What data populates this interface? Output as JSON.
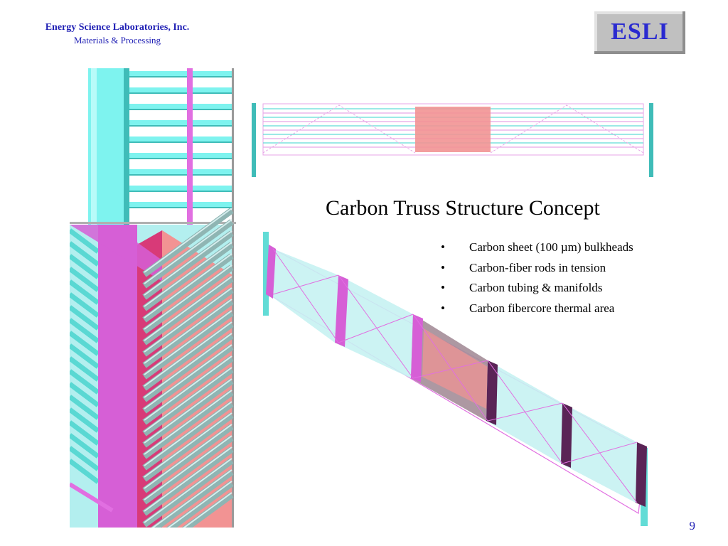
{
  "header": {
    "company_name": "Energy Science Laboratories, Inc.",
    "company_subtitle": "Materials & Processing",
    "logo_text": "ESLI"
  },
  "slide": {
    "title": "Carbon Truss Structure Concept",
    "bullets": [
      "Carbon sheet (100 µm) bulkheads",
      "Carbon-fiber rods in tension",
      "Carbon tubing & manifolds",
      "Carbon fibercore thermal area"
    ],
    "page_number": "9"
  },
  "colors": {
    "text_blue": "#1f1fb4",
    "cyan_tube": "#7ef3ef",
    "magenta_rod": "#e16fe1",
    "salmon_core": "#f29393"
  },
  "figures": {
    "top_view": "truss-side-view-illustration",
    "left_view": "truss-closeup-illustration",
    "bottom_view": "truss-isometric-illustration"
  }
}
